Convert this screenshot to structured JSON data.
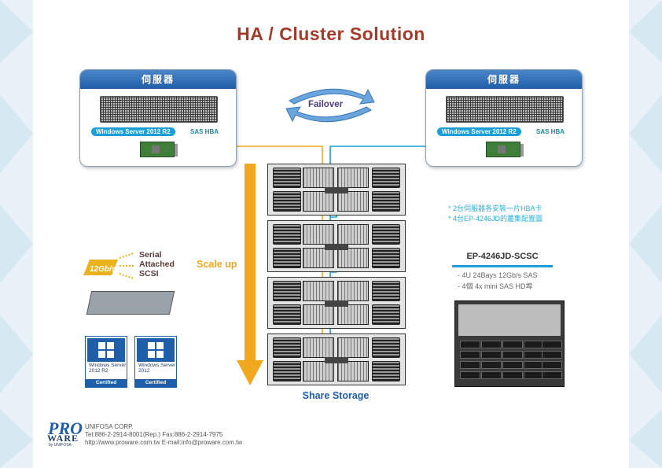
{
  "title": "HA / Cluster Solution",
  "server_left": {
    "header": "伺服器",
    "os_label": "Windows Server 2012 R2",
    "hba_label": "SAS HBA"
  },
  "server_right": {
    "header": "伺服器",
    "os_label": "Windows Server 2012 R2",
    "hba_label": "SAS HBA"
  },
  "failover_label": "Failover",
  "scale_up_label": "Scale up",
  "share_storage_label": "Share Storage",
  "notes": [
    "* 2台伺服器各安裝一片HBA卡",
    "* 4台EP-4246JD的叢集配置圖"
  ],
  "product": {
    "model": "EP-4246JD-SCSC",
    "specs": [
      "- 4U 24Bays 12Gb/s SAS",
      "- 4個 4x mini SAS HD埠"
    ]
  },
  "sas_logo": {
    "badge": "12Gb/s",
    "lines": [
      "Serial",
      "Attached",
      "SCSI"
    ]
  },
  "certifications": [
    {
      "product": "Windows Server 2012 R2",
      "status": "Certified"
    },
    {
      "product": "Windows Server 2012",
      "status": "Certified"
    }
  ],
  "company": {
    "logo_top": "PRO",
    "logo_bottom": "WARE",
    "logo_by": "by UNIFOSA",
    "name": "UNIFOSA CORP.",
    "contact": "Tel:886-2-2914-8001(Rep.) Fax:886-2-2914-7975",
    "web": "http://www.proware.com.tw E-mail:info@proware.com.tw"
  },
  "colors": {
    "title": "#a33a2a",
    "server_header": "#1f5ea8",
    "cable_orange": "#f2a81e",
    "cable_blue": "#1b9fd6",
    "note_text": "#2ab0d8"
  }
}
